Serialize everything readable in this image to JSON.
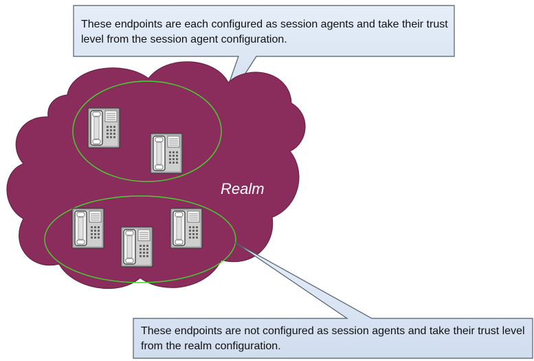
{
  "callouts": {
    "top": "These endpoints are each configured as session agents and take their trust level from the session agent configuration.",
    "bottom": "These endpoints are not configured as session agents and take their trust level from the realm configuration."
  },
  "realm": {
    "label": "Realm"
  },
  "colors": {
    "cloud_fill": "#8b2d5c",
    "cloud_outline": "#6a1f44",
    "group_outline": "#43d62c",
    "callout_fill": "#dbe6f5",
    "callout_border": "#5a6a7a"
  },
  "icons": [
    "desk-phone-icon"
  ]
}
